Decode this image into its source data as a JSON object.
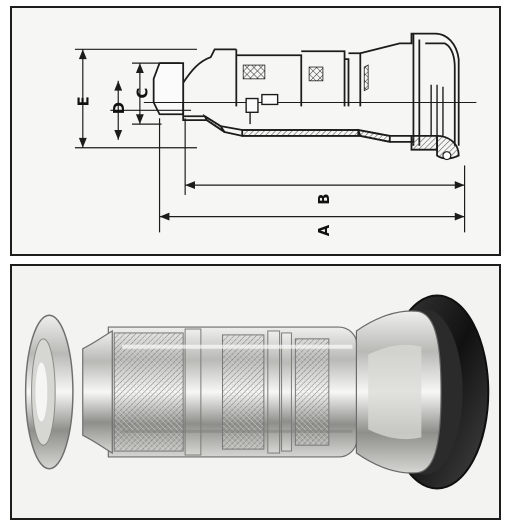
{
  "diagram": {
    "labels": {
      "A": "A",
      "B": "B",
      "C": "C",
      "D": "D",
      "E": "E"
    }
  },
  "colors": {
    "line": "#1c1c1c",
    "hatch": "#6a6a6a",
    "chrome_light": "#e9e9e7",
    "chrome_dark": "#6d6d6a",
    "rubber": "#1c1b1b"
  },
  "icons": {
    "drawing": "technical-drawing-icon",
    "photo": "nozzle-photo-icon"
  }
}
